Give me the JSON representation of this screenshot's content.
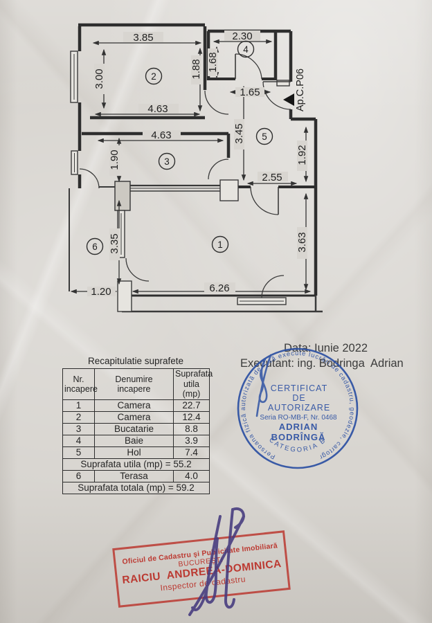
{
  "page": {
    "date_line": "Data: Iunie 2022",
    "executant_line": "Executant: ing. Bodringa  Adrian"
  },
  "plan": {
    "unit_label": "Ap.C.P06",
    "rooms": {
      "r1": "1",
      "r2": "2",
      "r3": "3",
      "r4": "4",
      "r5": "5",
      "r6": "6"
    },
    "dims": {
      "room2_width": "3.85",
      "room4_width": "2.30",
      "room2_right_h": "1.88",
      "room4_left_h": "1.68",
      "room2_height": "3.00",
      "room2_bottom_w": "4.63",
      "hall_top_w": "1.65",
      "room3_top_w": "4.63",
      "hall_height": "3.45",
      "room3_left_h": "1.90",
      "hall_right_h": "1.92",
      "hall_bottom_w": "2.55",
      "terasa_height": "3.35",
      "room1_right_h": "3.63",
      "terasa_width": "1.20",
      "room1_width": "6.26"
    }
  },
  "table": {
    "title": "Recapitulatie suprafete",
    "headers": {
      "nr": "Nr.\nincapere",
      "name": "Denumire\nincapere",
      "area": "Suprafata\nutila\n(mp)"
    },
    "rows": [
      {
        "nr": "1",
        "name": "Camera",
        "area": "22.7"
      },
      {
        "nr": "2",
        "name": "Camera",
        "area": "12.4"
      },
      {
        "nr": "3",
        "name": "Bucatarie",
        "area": "8.8"
      },
      {
        "nr": "4",
        "name": "Baie",
        "area": "3.9"
      },
      {
        "nr": "5",
        "name": "Hol",
        "area": "7.4"
      }
    ],
    "subtotal": "Suprafata utila (mp) = 55.2",
    "terasa_row": {
      "nr": "6",
      "name": "Terasa",
      "area": "4.0"
    },
    "total": "Suprafata totala (mp) = 59.2"
  },
  "blue_stamp": {
    "ring_text": "Persoana fizică autorizată de A să execute lucrări de cadastru, geodezie, cartografie",
    "line1": "CERTIFICAT",
    "line2": "DE",
    "line3": "AUTORIZARE",
    "line4": "Seria RO-MB-F, Nr. 0468",
    "line5": "ADRIAN",
    "line6": "BODRÎNGĂ",
    "bottom_arc": "CATEGORIA B",
    "color": "#2d51a3"
  },
  "red_stamp": {
    "line1": "Oficiul de Cadastru şi Publicitate Imobiliară",
    "line2": "BUCUREŞTI",
    "line3": "RAICIU  ANDREEA-DOMINICA",
    "line4": "Inspector de cadastru",
    "color": "#bb332b"
  }
}
